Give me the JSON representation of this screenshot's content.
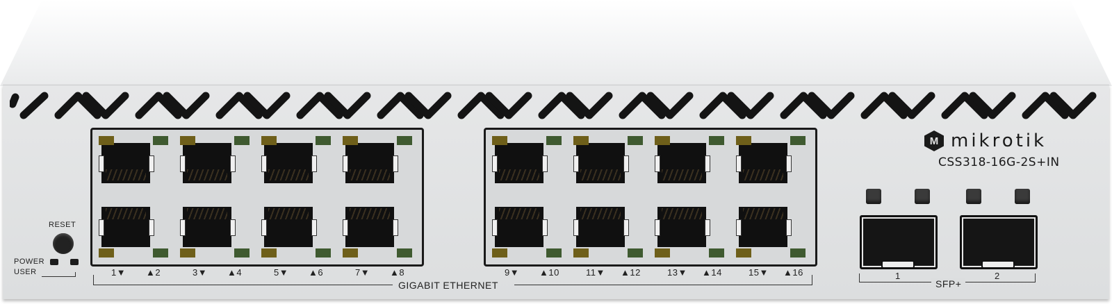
{
  "device": {
    "brand": "mikrotik",
    "brand_logo_glyph": "M",
    "model": "CSS318-16G-2S+IN",
    "colors": {
      "chassis": "#e0e2e3",
      "led_amber": "#6e5f1a",
      "led_green": "#3f5a30",
      "port": "#101010"
    }
  },
  "left_panel": {
    "reset_label": "RESET",
    "power_label": "POWER",
    "user_label": "USER"
  },
  "ethernet": {
    "group_label": "GIGABIT ETHERNET",
    "ports": [
      {
        "id": 1,
        "label": "1▼"
      },
      {
        "id": 2,
        "label": "▲2"
      },
      {
        "id": 3,
        "label": "3▼"
      },
      {
        "id": 4,
        "label": "▲4"
      },
      {
        "id": 5,
        "label": "5▼"
      },
      {
        "id": 6,
        "label": "▲6"
      },
      {
        "id": 7,
        "label": "7▼"
      },
      {
        "id": 8,
        "label": "▲8"
      },
      {
        "id": 9,
        "label": "9▼"
      },
      {
        "id": 10,
        "label": "▲10"
      },
      {
        "id": 11,
        "label": "11▼"
      },
      {
        "id": 12,
        "label": "▲12"
      },
      {
        "id": 13,
        "label": "13▼"
      },
      {
        "id": 14,
        "label": "▲14"
      },
      {
        "id": 15,
        "label": "15▼"
      },
      {
        "id": 16,
        "label": "▲16"
      }
    ]
  },
  "sfp": {
    "group_label": "SFP+",
    "ports": [
      {
        "id": 1,
        "label": "1"
      },
      {
        "id": 2,
        "label": "2"
      }
    ]
  }
}
